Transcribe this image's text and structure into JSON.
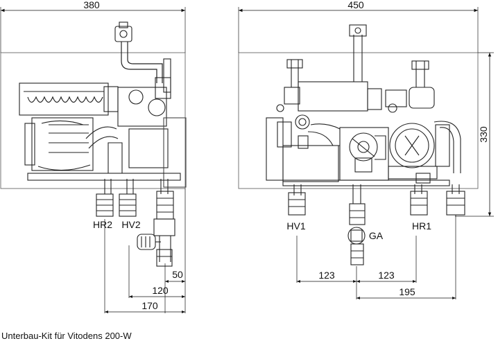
{
  "dimensions": {
    "left_width": "380",
    "right_width": "450",
    "right_height": "330",
    "left_50": "50",
    "left_120": "120",
    "left_170": "170",
    "right_123_a": "123",
    "right_123_b": "123",
    "right_195": "195"
  },
  "connections": {
    "hr2": "HR2",
    "hv2": "HV2",
    "hv1": "HV1",
    "ga": "GA",
    "hr1": "HR1"
  },
  "caption": "Unterbau-Kit für Vitodens 200-W"
}
